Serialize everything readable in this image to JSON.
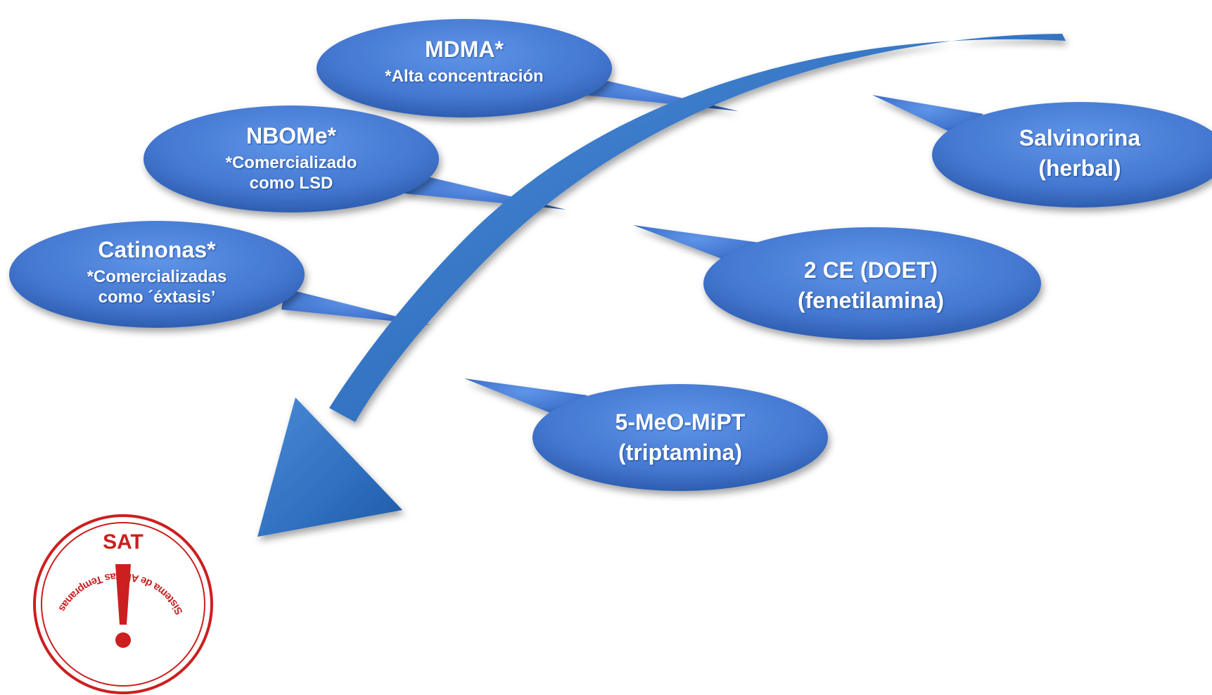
{
  "colors": {
    "bubble_fill": "#4a7fd6",
    "bubble_dark": "#2a5aa8",
    "arrow": "#3b78c2",
    "logo_red": "#cc1f1f"
  },
  "bubbles": [
    {
      "id": "mdma",
      "title": "MDMA*",
      "sub": [
        "*Alta concentración"
      ]
    },
    {
      "id": "nbome",
      "title": "NBOMe*",
      "sub": [
        "*Comercializado",
        "como LSD"
      ]
    },
    {
      "id": "catinonas",
      "title": "Catinonas*",
      "sub": [
        "*Comercializadas",
        "como ´éxtasis’"
      ]
    },
    {
      "id": "salvinorina",
      "lines": [
        "Salvinorina",
        "(herbal)"
      ]
    },
    {
      "id": "2ce",
      "lines": [
        "2 CE (DOET)",
        "(fenetilamina)"
      ]
    },
    {
      "id": "5meo",
      "lines": [
        "5-MeO-MiPT",
        "(triptamina)"
      ]
    }
  ],
  "logo": {
    "title": "SAT",
    "ring_text": "Sistema de Alertas Tempranas",
    "symbol": "exclamation-mark"
  }
}
